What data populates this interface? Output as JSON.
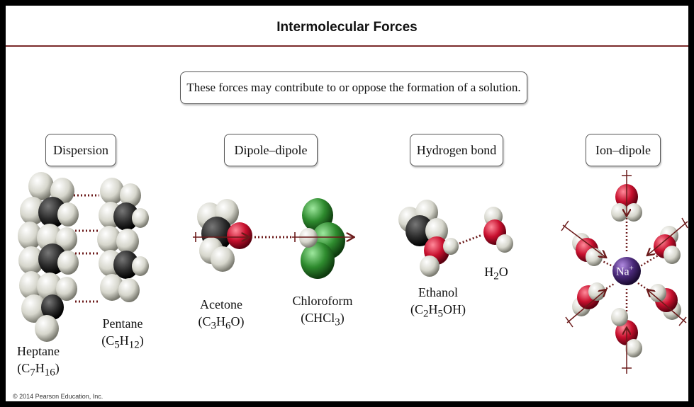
{
  "title": "Intermolecular Forces",
  "subtitle": "These forces may contribute to or oppose the formation of a solution.",
  "categories": [
    "Dispersion",
    "Dipole–dipole",
    "Hydrogen bond",
    "Ion–dipole"
  ],
  "molecules": {
    "heptane": {
      "name": "Heptane",
      "formula_base": "C",
      "formula_sub1": "7",
      "formula_mid": "H",
      "formula_sub2": "16"
    },
    "pentane": {
      "name": "Pentane",
      "formula_base": "C",
      "formula_sub1": "5",
      "formula_mid": "H",
      "formula_sub2": "12"
    },
    "acetone": {
      "name": "Acetone",
      "formula_base": "C",
      "formula_sub1": "3",
      "formula_mid": "H",
      "formula_sub2": "6",
      "formula_end": "O"
    },
    "chloroform": {
      "name": "Chloroform",
      "formula_base": "CHCl",
      "formula_sub1": "3"
    },
    "ethanol": {
      "name": "Ethanol",
      "formula_base": "C",
      "formula_sub1": "2",
      "formula_mid": "H",
      "formula_sub2": "5",
      "formula_end": "OH"
    },
    "water": {
      "formula_base": "H",
      "formula_sub1": "2",
      "formula_end": "O"
    },
    "ion": {
      "symbol": "Na",
      "charge": "+"
    }
  },
  "copyright": "© 2014 Pearson Education, Inc.",
  "colors": {
    "carbon": "#2a2a2a",
    "hydrogen": "#e8e8e0",
    "oxygen": "#c8102e",
    "chlorine": "#2e8b2e",
    "sodium": "#4b2a7a",
    "arrow": "#6b1a1a"
  }
}
